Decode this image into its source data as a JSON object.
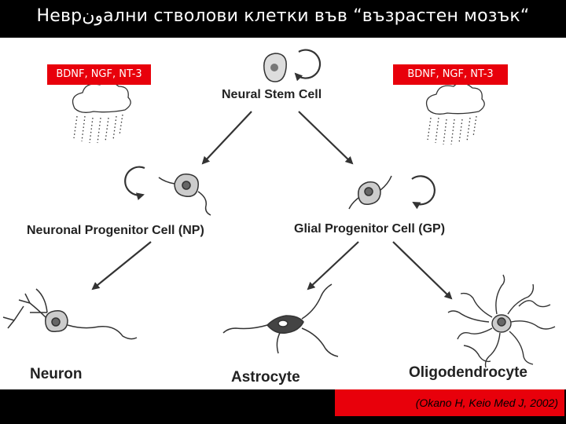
{
  "title": "Неврونални стволови клетки във “възрастен мозък“",
  "factors": {
    "left": "BDNF, NGF, NT-3",
    "right": "BDNF, NGF, NT-3"
  },
  "nodes": {
    "stem": "Neural Stem Cell",
    "np": "Neuronal Progenitor Cell (NP)",
    "gp": "Glial Progenitor Cell (GP)",
    "neuron": "Neuron",
    "astrocyte": "Astrocyte",
    "oligo": "Oligodendrocyte"
  },
  "citation": "(Okano H, Keio Med J, 2002)",
  "icons": [
    "rain-cloud-icon",
    "self-renewal-arrow-icon",
    "cell-icon"
  ]
}
